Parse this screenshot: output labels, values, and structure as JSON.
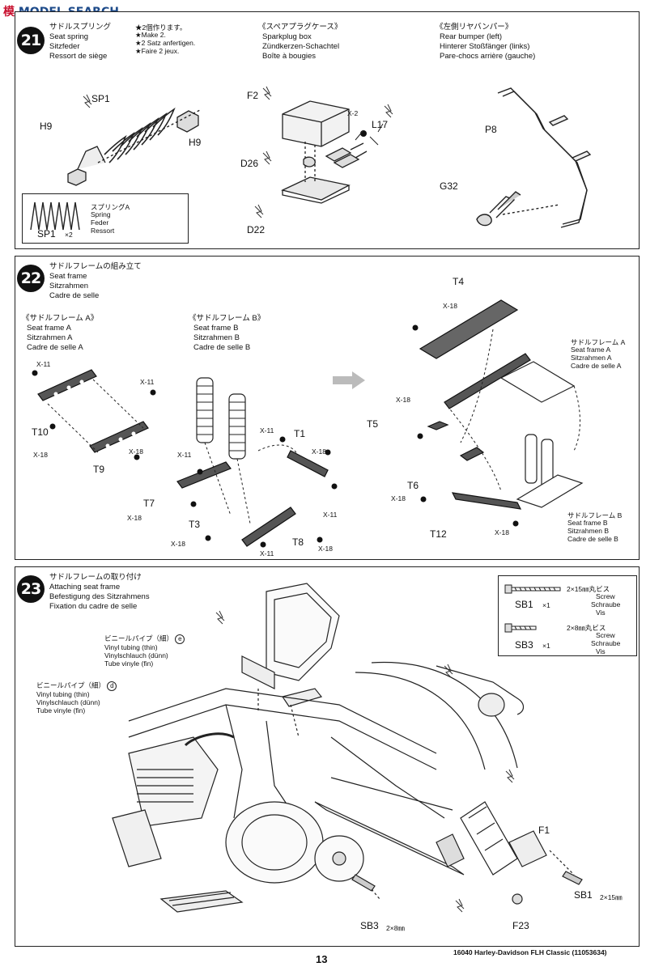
{
  "watermark": {
    "text": "MODEL SEARCH",
    "logo": "模"
  },
  "step21": {
    "number": "21",
    "seat_spring": {
      "jp": "サドルスプリング",
      "en": "Seat spring",
      "de": "Sitzfeder",
      "fr": "Ressort de siège",
      "note_jp": "★2個作ります。",
      "note_en": "★Make 2.",
      "note_de": "★2 Satz anfertigen.",
      "note_fr": "★Faire 2 jeux."
    },
    "sparkplug": {
      "jp": "《スペアプラグケース》",
      "en": "Sparkplug box",
      "de": "Zündkerzen-Schachtel",
      "fr": "Boîte à bougies"
    },
    "bumper": {
      "jp": "《左側リヤバンパー》",
      "en": "Rear bumper (left)",
      "de": "Hinterer Stoßfänger (links)",
      "fr": "Pare-chocs arrière (gauche)"
    },
    "parts": {
      "sp1": "SP1",
      "h9a": "H9",
      "h9b": "H9",
      "f2": "F2",
      "x2": "X-2",
      "l17": "L17",
      "d26": "D26",
      "d22": "D22",
      "p8": "P8",
      "g32": "G32"
    },
    "legend": {
      "jp": "スプリングA",
      "en": "Spring",
      "de": "Feder",
      "fr": "Ressort",
      "part": "SP1",
      "qty": "×2"
    }
  },
  "step22": {
    "number": "22",
    "title": {
      "jp": "サドルフレームの組み立て",
      "en": "Seat frame",
      "de": "Sitzrahmen",
      "fr": "Cadre de selle"
    },
    "frame_a": {
      "jp": "《サドルフレーム A》",
      "en": "Seat frame A",
      "de": "Sitzrahmen A",
      "fr": "Cadre de selle A"
    },
    "frame_b": {
      "jp": "《サドルフレーム B》",
      "en": "Seat frame B",
      "de": "Sitzrahmen B",
      "fr": "Cadre de selle B"
    },
    "frame_a_right": {
      "jp": "サドルフレーム A",
      "en": "Seat frame A",
      "de": "Sitzrahmen A",
      "fr": "Cadre de selle A"
    },
    "frame_b_right": {
      "jp": "サドルフレーム B",
      "en": "Seat frame B",
      "de": "Sitzrahmen B",
      "fr": "Cadre de selle B"
    },
    "parts": {
      "t10": "T10",
      "t9": "T9",
      "t7": "T7",
      "t3": "T3",
      "t1": "T1",
      "t8": "T8",
      "t4": "T4",
      "t5": "T5",
      "t6": "T6",
      "t12": "T12"
    },
    "screws": {
      "x11": "X-11",
      "x18": "X-18"
    }
  },
  "step23": {
    "number": "23",
    "title": {
      "jp": "サドルフレームの取り付け",
      "en": "Attaching seat frame",
      "de": "Befestigung des Sitzrahmens",
      "fr": "Fixation du cadre de selle"
    },
    "tube_e": {
      "jp": "ビニールパイプ（細）",
      "mark": "e",
      "en": "Vinyl tubing (thin)",
      "de": "Vinylschlauch (dünn)",
      "fr": "Tube vinyle (fin)"
    },
    "tube_d": {
      "jp": "ビニールパイプ（細）",
      "mark": "d",
      "en": "Vinyl tubing (thin)",
      "de": "Vinylschlauch (dünn)",
      "fr": "Tube vinyle (fin)"
    },
    "legend_sb1": {
      "part": "SB1",
      "qty": "×1",
      "jp": "2×15㎜丸ビス",
      "en": "Screw",
      "de": "Schraube",
      "fr": "Vis"
    },
    "legend_sb3": {
      "part": "SB3",
      "qty": "×1",
      "jp": "2×8㎜丸ビス",
      "en": "Screw",
      "de": "Schraube",
      "fr": "Vis"
    },
    "parts": {
      "f1": "F1",
      "sb1": "SB1",
      "sb1_size": "2×15㎜",
      "sb3": "SB3",
      "sb3_size": "2×8㎜",
      "f23": "F23"
    }
  },
  "footer": {
    "page": "13",
    "code": "16040",
    "model": "Harley-Davidson FLH Classic",
    "ref": "(11053634)"
  }
}
